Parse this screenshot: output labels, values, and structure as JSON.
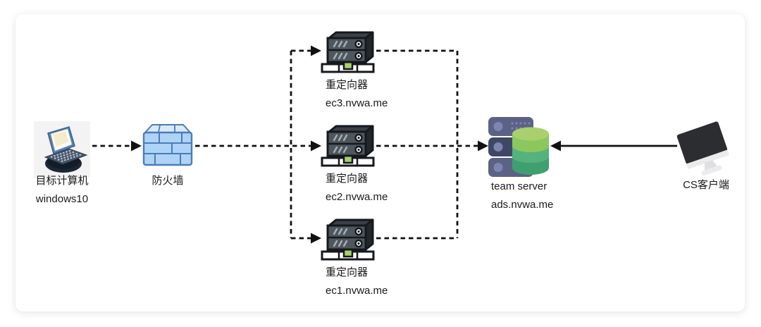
{
  "diagram": {
    "nodes": {
      "target_computer": {
        "name": "目标计算机",
        "subtitle": "windows10"
      },
      "firewall": {
        "name": "防火墙"
      },
      "redirector_ec3": {
        "name": "重定向器",
        "host": "ec3.nvwa.me"
      },
      "redirector_ec2": {
        "name": "重定向器",
        "host": "ec2.nvwa.me"
      },
      "redirector_ec1": {
        "name": "重定向器",
        "host": "ec1.nvwa.me"
      },
      "team_server": {
        "name": "team server",
        "host": "ads.nvwa.me"
      },
      "cs_client": {
        "name": "CS客户端"
      }
    },
    "edges": [
      {
        "from": "target_computer",
        "to": "firewall",
        "style": "dashed-arrow"
      },
      {
        "from": "firewall",
        "to": "redirector_ec3",
        "style": "dashed-arrow"
      },
      {
        "from": "firewall",
        "to": "redirector_ec2",
        "style": "dashed-arrow"
      },
      {
        "from": "firewall",
        "to": "redirector_ec1",
        "style": "dashed-arrow"
      },
      {
        "from": "redirector_ec3",
        "to": "team_server",
        "style": "dashed"
      },
      {
        "from": "redirector_ec2",
        "to": "team_server",
        "style": "dashed-arrow"
      },
      {
        "from": "redirector_ec1",
        "to": "team_server",
        "style": "dashed"
      },
      {
        "from": "cs_client",
        "to": "team_server",
        "style": "solid-arrow"
      }
    ],
    "icons": {
      "target_computer": "laptop-icon",
      "firewall": "firewall-brick-icon",
      "redirector": "rack-server-icon",
      "team_server": "server-database-icon",
      "cs_client": "desktop-monitor-icon"
    },
    "colors": {
      "line": "#111111",
      "firewall_blue": "#aed3f7",
      "firewall_border": "#4a7db8",
      "server_green": "#a8d168",
      "team_slate": "#5b6285",
      "team_slate_dark": "#3f4766",
      "db_green_top": "#a9d06d",
      "db_green_mid": "#55b27f",
      "db_green_bottom": "#3fa06f",
      "text": "#1a1a1a"
    }
  }
}
